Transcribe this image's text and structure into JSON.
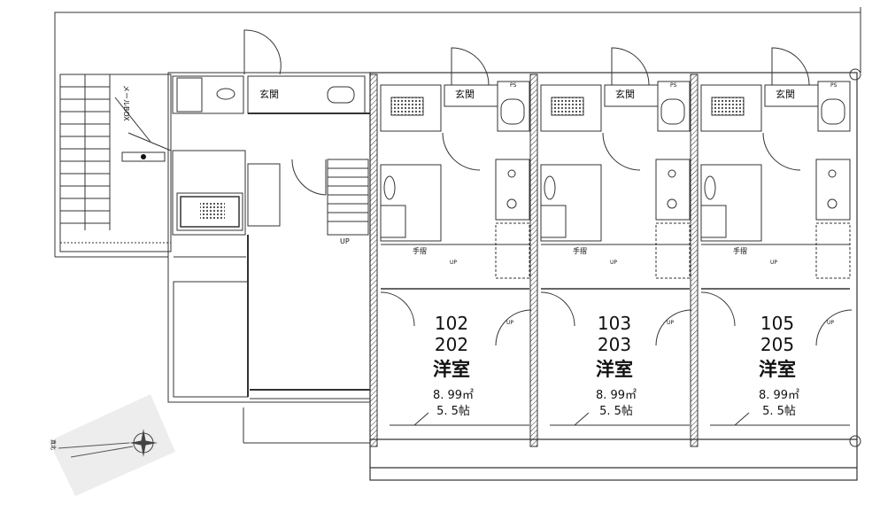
{
  "units": [
    {
      "num1": "102",
      "num2": "202",
      "room": "洋室",
      "area": "8. 99㎡",
      "tatami": "5. 5帖"
    },
    {
      "num1": "103",
      "num2": "203",
      "room": "洋室",
      "area": "8. 99㎡",
      "tatami": "5. 5帖"
    },
    {
      "num1": "105",
      "num2": "205",
      "room": "洋室",
      "area": "8. 99㎡",
      "tatami": "5. 5帖"
    }
  ],
  "entrance_label": "玄関",
  "ps_label": "PS",
  "handrail_label": "手摺",
  "up_label": "UP",
  "mailbox_label": "メールBOX",
  "compass_label": "真北"
}
